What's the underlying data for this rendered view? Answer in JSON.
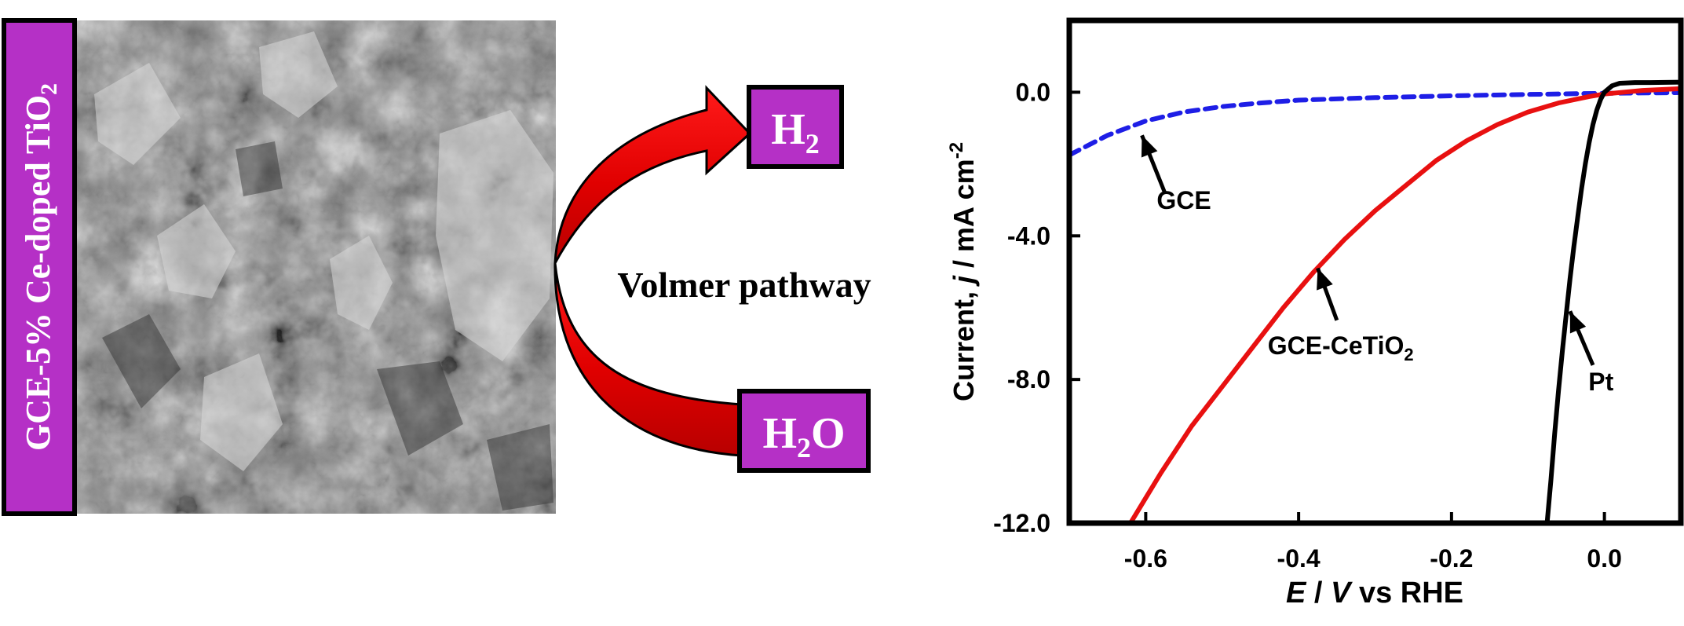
{
  "left_panel": {
    "electrode_label": "GCE-5% Ce-doped TiO",
    "electrode_label_sub": "2"
  },
  "scheme": {
    "pathway_label": "Volmer pathway",
    "product_main": "H",
    "product_sub": "2",
    "reactant_main": "H",
    "reactant_sub": "2",
    "reactant_end": "O",
    "box_color": "#B530C6",
    "arrow_color": "#E00000"
  },
  "chart_data": {
    "type": "line",
    "xlabel": {
      "italic_symbol": "E",
      "separator": " / ",
      "italic_unit": "V",
      "rest": " vs RHE"
    },
    "ylabel": {
      "prefix": "Current, ",
      "italic_symbol": "j",
      "rest": " / mA cm",
      "sup": "-2"
    },
    "xlim": [
      -0.7,
      0.1
    ],
    "ylim": [
      -12.0,
      2.0
    ],
    "x_ticks": [
      -0.6,
      -0.4,
      -0.2,
      0.0
    ],
    "x_tick_labels": [
      "-0.6",
      "-0.4",
      "-0.2",
      "0.0"
    ],
    "y_ticks": [
      0.0,
      -4.0,
      -8.0,
      -12.0
    ],
    "y_tick_labels": [
      "0.0",
      "-4.0",
      "-8.0",
      "-12.0"
    ],
    "grid": false,
    "series": [
      {
        "name": "GCE",
        "color": "#1E1EE6",
        "dash": true,
        "x": [
          -0.7,
          -0.65,
          -0.6,
          -0.55,
          -0.5,
          -0.45,
          -0.4,
          -0.3,
          -0.2,
          -0.1,
          0.0,
          0.1
        ],
        "y": [
          -1.75,
          -1.2,
          -0.8,
          -0.55,
          -0.4,
          -0.3,
          -0.22,
          -0.15,
          -0.1,
          -0.06,
          -0.03,
          -0.01
        ]
      },
      {
        "name": "GCE-CeTiO2",
        "color": "#E81010",
        "dash": false,
        "x": [
          -0.62,
          -0.58,
          -0.54,
          -0.5,
          -0.46,
          -0.42,
          -0.38,
          -0.34,
          -0.3,
          -0.26,
          -0.22,
          -0.18,
          -0.14,
          -0.1,
          -0.06,
          -0.02,
          0.0,
          0.05,
          0.1
        ],
        "y": [
          -12.0,
          -10.6,
          -9.3,
          -8.2,
          -7.1,
          -6.0,
          -5.0,
          -4.1,
          -3.3,
          -2.6,
          -1.9,
          -1.35,
          -0.9,
          -0.55,
          -0.3,
          -0.12,
          -0.05,
          0.05,
          0.1
        ]
      },
      {
        "name": "Pt",
        "color": "#000000",
        "dash": false,
        "x": [
          -0.075,
          -0.07,
          -0.065,
          -0.06,
          -0.055,
          -0.05,
          -0.045,
          -0.04,
          -0.035,
          -0.03,
          -0.025,
          -0.02,
          -0.015,
          -0.01,
          -0.005,
          0.0,
          0.01,
          0.02,
          0.04,
          0.06,
          0.1
        ],
        "y": [
          -12.0,
          -10.8,
          -9.5,
          -8.3,
          -7.2,
          -6.2,
          -5.2,
          -4.3,
          -3.5,
          -2.7,
          -2.0,
          -1.4,
          -0.9,
          -0.5,
          -0.2,
          0.0,
          0.18,
          0.25,
          0.27,
          0.27,
          0.28
        ]
      }
    ],
    "annotations": [
      {
        "label": "GCE",
        "label_at": [
          -0.55,
          -3.25
        ],
        "arrow_from": [
          -0.575,
          -2.8
        ],
        "arrow_to": [
          -0.605,
          -1.2
        ]
      },
      {
        "label": "GCE-CeTiO",
        "label_sub": "2",
        "label_at": [
          -0.345,
          -7.3
        ],
        "arrow_from": [
          -0.35,
          -6.35
        ],
        "arrow_to": [
          -0.375,
          -4.9
        ]
      },
      {
        "label": "Pt",
        "label_at": [
          -0.0045,
          -8.3
        ],
        "arrow_from": [
          -0.015,
          -7.6
        ],
        "arrow_to": [
          -0.045,
          -6.1
        ]
      }
    ]
  }
}
